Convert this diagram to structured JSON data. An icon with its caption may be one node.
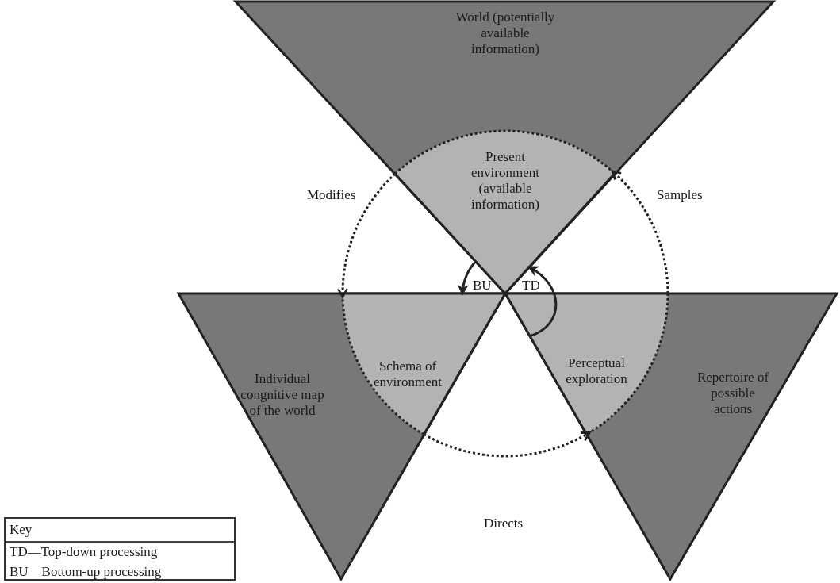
{
  "diagram": {
    "nodes": [
      {
        "text": [
          "World (potentially available information)"
        ]
      },
      {
        "text": [
          "Present environment (available information)"
        ],
        "in": 0
      },
      {
        "text": [
          "Individual congnitive map of the world"
        ]
      },
      {
        "text": [
          "Schema of environment"
        ],
        "in": 2
      },
      {
        "text": [
          "Repertoire of possible actions"
        ]
      },
      {
        "text": [
          "Perceptual exploration"
        ],
        "in": 4
      },
      {
        "text": [
          "Key",
          "TD—Top-down processing",
          "BU—Bottom-up processing"
        ]
      }
    ],
    "edges": [
      {
        "from": 1,
        "to": 3,
        "arrow": "to",
        "label": "Modifies",
        "style": "dashed"
      },
      {
        "from": 3,
        "to": 5,
        "arrow": "to",
        "label": "Directs",
        "style": "dashed"
      },
      {
        "from": 5,
        "to": 1,
        "arrow": "to",
        "label": "Samples",
        "style": "dashed"
      },
      {
        "from": 1,
        "to": 3,
        "arrow": "to",
        "label": "BU"
      },
      {
        "from": 5,
        "to": 1,
        "arrow": "to",
        "label": "TD"
      }
    ]
  }
}
